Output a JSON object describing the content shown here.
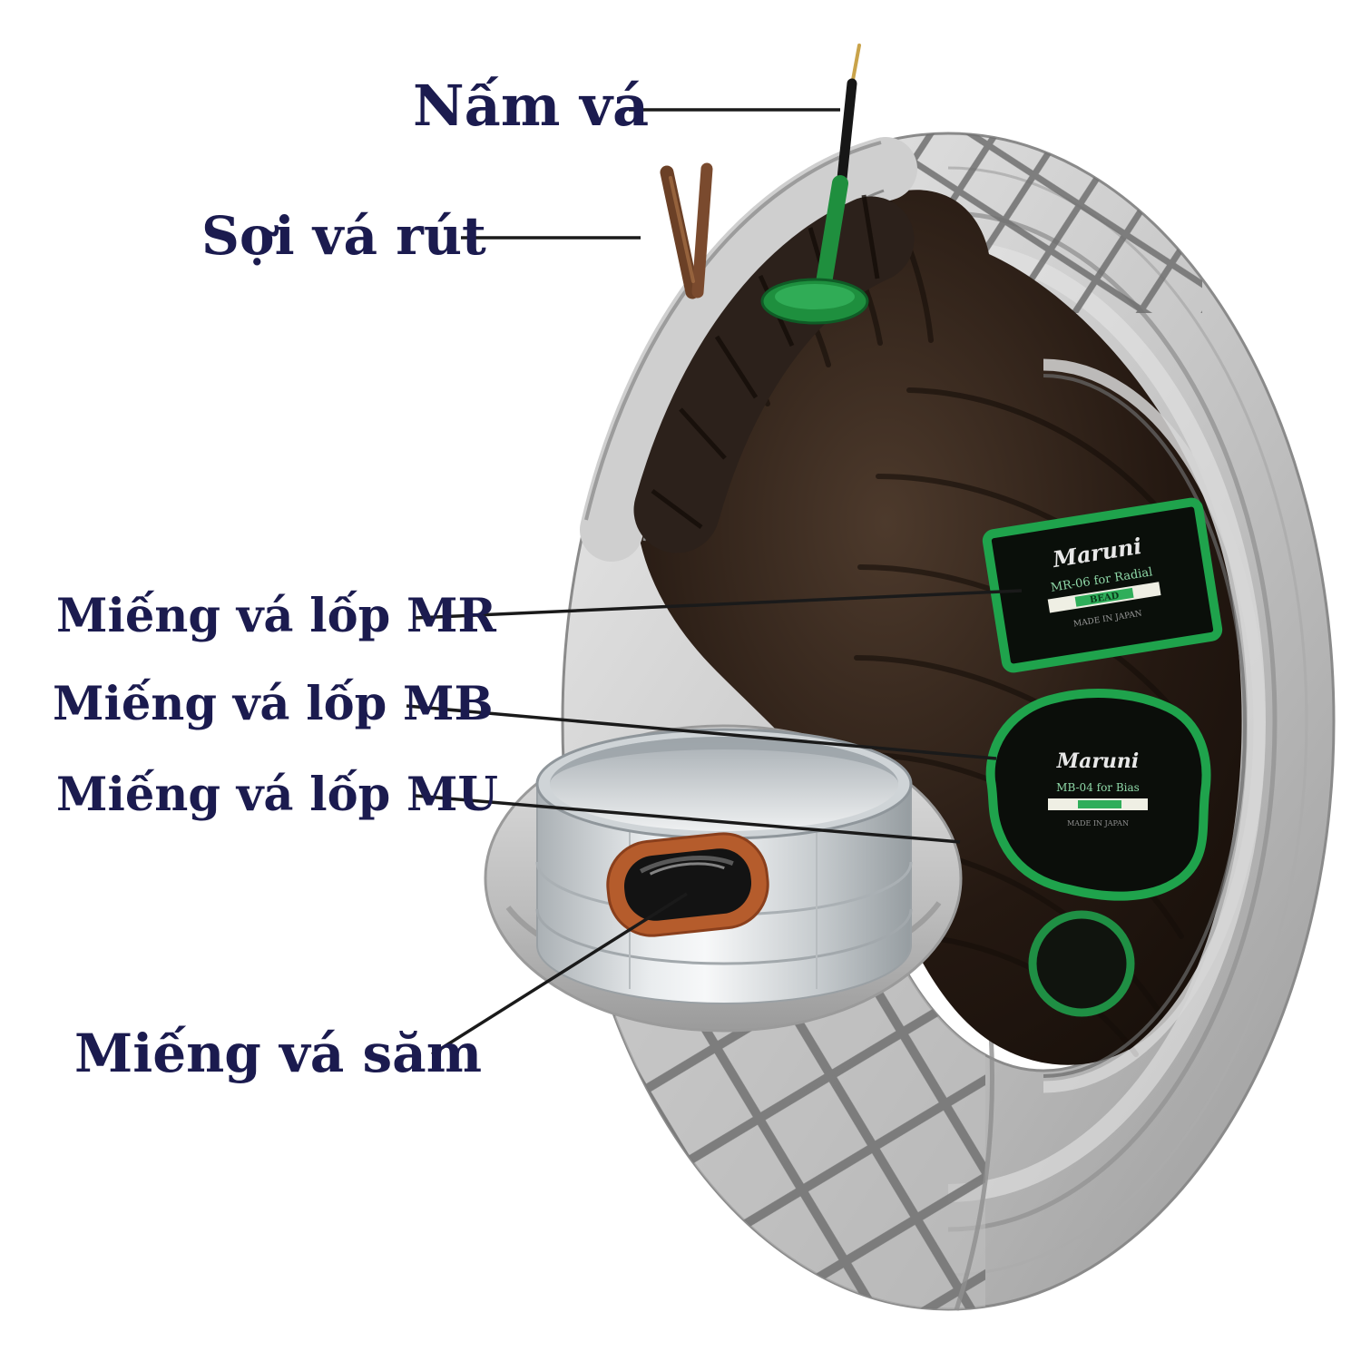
{
  "figure": {
    "description": "Cutaway tire diagram showing tire repair products: mushroom plug, rope seal strings, Maruni radial/bias/universal tire patches and an inner-tube patch",
    "background": "#ffffff"
  },
  "colors": {
    "label_text": "#1b1b4f",
    "leader_line": "#1a1a1a",
    "patch_green": "#1fa34c",
    "plug_green": "#1e8f3e",
    "rope_brown": "#7a4a2e",
    "tube_patch_orange": "#b55c2c",
    "tire_gray": "#c2c2c2",
    "cavity_dark": "#1c130d"
  },
  "labels": {
    "nam_va": "Nấm vá",
    "soi_va_rut": "Sợi vá rút",
    "mr": "Miếng vá lốp MR",
    "mb": "Miếng vá lốp MB",
    "mu": "Miếng vá lốp MU",
    "sam": "Miếng vá săm"
  },
  "patch_texts": {
    "mr_brand": "Maruni",
    "mr_model": "MR-06 for Radial",
    "mr_bar": "BEAD",
    "mr_footer": "MADE IN JAPAN",
    "mb_brand": "Maruni",
    "mb_model": "MB-04 for Bias",
    "mb_footer": "MADE IN JAPAN"
  }
}
